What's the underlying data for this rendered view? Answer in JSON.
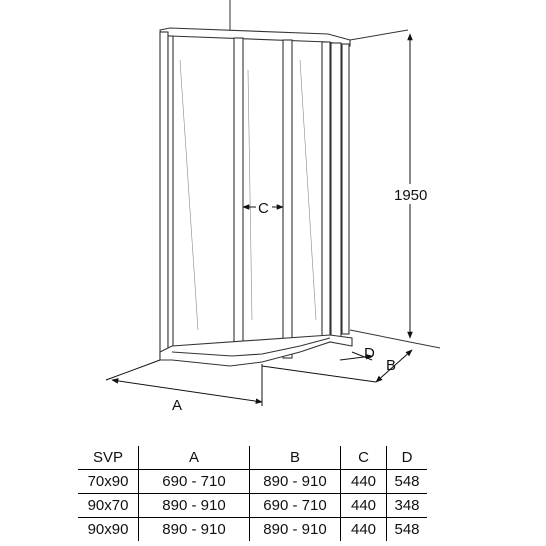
{
  "diagram": {
    "labels": {
      "height": "1950",
      "a": "A",
      "b": "B",
      "c": "C",
      "d": "D"
    }
  },
  "table": {
    "headers": [
      "SVP",
      "A",
      "B",
      "C",
      "D"
    ],
    "rows": [
      [
        "70x90",
        "690 - 710",
        "890 - 910",
        "440",
        "548"
      ],
      [
        "90x70",
        "890 - 910",
        "690 - 710",
        "440",
        "348"
      ],
      [
        "90x90",
        "890 - 910",
        "890 - 910",
        "440",
        "548"
      ]
    ]
  }
}
